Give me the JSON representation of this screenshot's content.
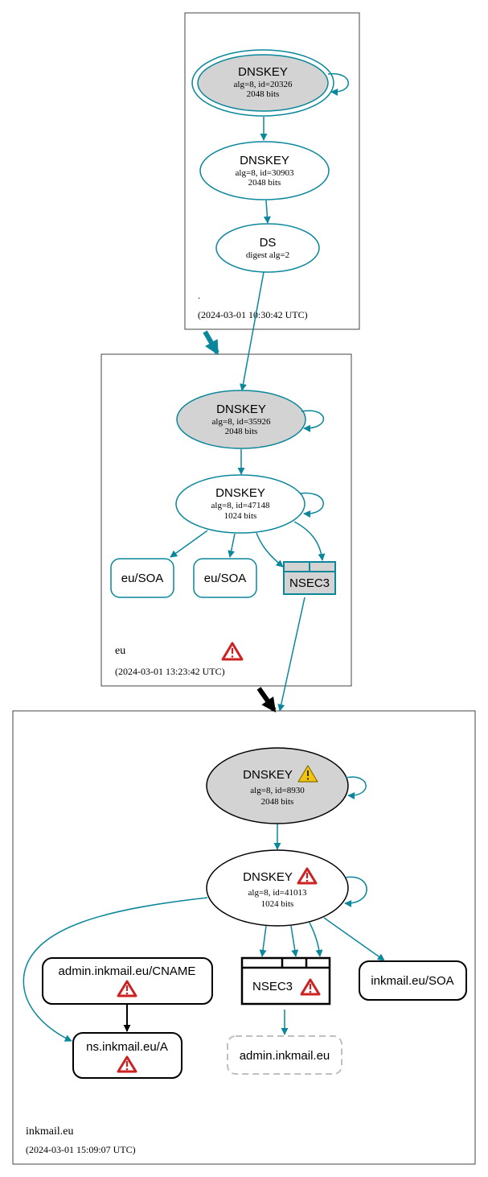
{
  "colors": {
    "teal": "#0a879a",
    "gray_fill": "#d3d3d3",
    "black": "#000000",
    "warn_red": "#cc2222",
    "warn_yellow": "#f2c40f",
    "dashed_gray": "#c0c0c0"
  },
  "zones": {
    "root": {
      "name": ".",
      "timestamp": "(2024-03-01 10:30:42 UTC)"
    },
    "eu": {
      "name": "eu",
      "timestamp": "(2024-03-01 13:23:42 UTC)"
    },
    "inkmail": {
      "name": "inkmail.eu",
      "timestamp": "(2024-03-01 15:09:07 UTC)"
    }
  },
  "nodes": {
    "root_ksk": {
      "title": "DNSKEY",
      "line1": "alg=8, id=20326",
      "line2": "2048 bits"
    },
    "root_zsk": {
      "title": "DNSKEY",
      "line1": "alg=8, id=30903",
      "line2": "2048 bits"
    },
    "eu_ds": {
      "title": "DS",
      "line1": "digest alg=2"
    },
    "eu_ksk": {
      "title": "DNSKEY",
      "line1": "alg=8, id=35926",
      "line2": "2048 bits"
    },
    "eu_zsk": {
      "title": "DNSKEY",
      "line1": "alg=8, id=47148",
      "line2": "1024 bits"
    },
    "eu_soa_1": {
      "label": "eu/SOA"
    },
    "eu_soa_2": {
      "label": "eu/SOA"
    },
    "eu_nsec3": {
      "label": "NSEC3"
    },
    "ink_ksk": {
      "title": "DNSKEY",
      "line1": "alg=8, id=8930",
      "line2": "2048 bits",
      "status_icon": "warning-yellow-icon"
    },
    "ink_zsk": {
      "title": "DNSKEY",
      "line1": "alg=8, id=41013",
      "line2": "1024 bits",
      "status_icon": "warning-red-icon"
    },
    "ink_cname": {
      "label": "admin.inkmail.eu/CNAME",
      "status_icon": "warning-red-icon"
    },
    "ink_a": {
      "label": "ns.inkmail.eu/A",
      "status_icon": "warning-red-icon"
    },
    "ink_nsec3": {
      "label": "NSEC3",
      "status_icon": "warning-red-icon"
    },
    "ink_admin": {
      "label": "admin.inkmail.eu"
    },
    "ink_soa": {
      "label": "inkmail.eu/SOA"
    }
  }
}
